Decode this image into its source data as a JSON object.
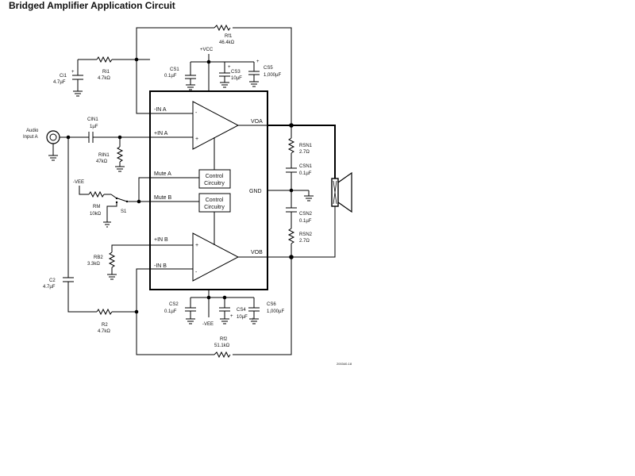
{
  "title": "Bridged Amplifier Application Circuit",
  "figure_code": "200340-18",
  "input": {
    "label_line1": "Audio",
    "label_line2": "Input A"
  },
  "pins": {
    "in_a_neg": "-IN A",
    "in_a_pos": "+IN A",
    "mute_a": "Mute A",
    "mute_b": "Mute B",
    "in_b_pos": "+IN B",
    "in_b_neg": "-IN B",
    "voa": "VOA",
    "vob": "VOB",
    "gnd": "GND"
  },
  "control_blocks": [
    {
      "line1": "Control",
      "line2": "Circuitry"
    },
    {
      "line1": "Control",
      "line2": "Circuitry"
    }
  ],
  "supplies": {
    "vcc": "+VCC",
    "vee_top": "-VEE",
    "vee_bottom": "-VEE"
  },
  "components": {
    "rf1": {
      "name": "Rf1",
      "value": "46.4kΩ"
    },
    "ri1": {
      "name": "Ri1",
      "value": "4.7kΩ"
    },
    "ci1": {
      "name": "Ci1",
      "value": "4.7µF"
    },
    "cs1": {
      "name": "CS1",
      "value": "0.1µF"
    },
    "cs3": {
      "name": "CS3",
      "value": "10µF"
    },
    "cs5": {
      "name": "CS5",
      "value": "1,000µF"
    },
    "cin1": {
      "name": "CIN1",
      "value": "1µF"
    },
    "rin1": {
      "name": "RIN1",
      "value": "47kΩ"
    },
    "rsn1": {
      "name": "RSN1",
      "value": "2.7Ω"
    },
    "csn1": {
      "name": "CSN1",
      "value": "0.1µF"
    },
    "csn2": {
      "name": "CSN2",
      "value": "0.1µF"
    },
    "rsn2": {
      "name": "RSN2",
      "value": "2.7Ω"
    },
    "rm": {
      "name": "RM",
      "value": "10kΩ"
    },
    "s1": {
      "name": "S1"
    },
    "rb2": {
      "name": "RB2",
      "value": "3.3kΩ"
    },
    "c2": {
      "name": "C2",
      "value": "4.7µF"
    },
    "r2": {
      "name": "R2",
      "value": "4.7kΩ"
    },
    "cs2": {
      "name": "CS2",
      "value": "0.1µF"
    },
    "cs4": {
      "name": "CS4",
      "value": "10µF"
    },
    "cs6": {
      "name": "CS6",
      "value": "1,000µF"
    },
    "rf2": {
      "name": "Rf2",
      "value": "51.1kΩ"
    }
  },
  "opamp_signs": {
    "minus": "-",
    "plus": "+"
  }
}
